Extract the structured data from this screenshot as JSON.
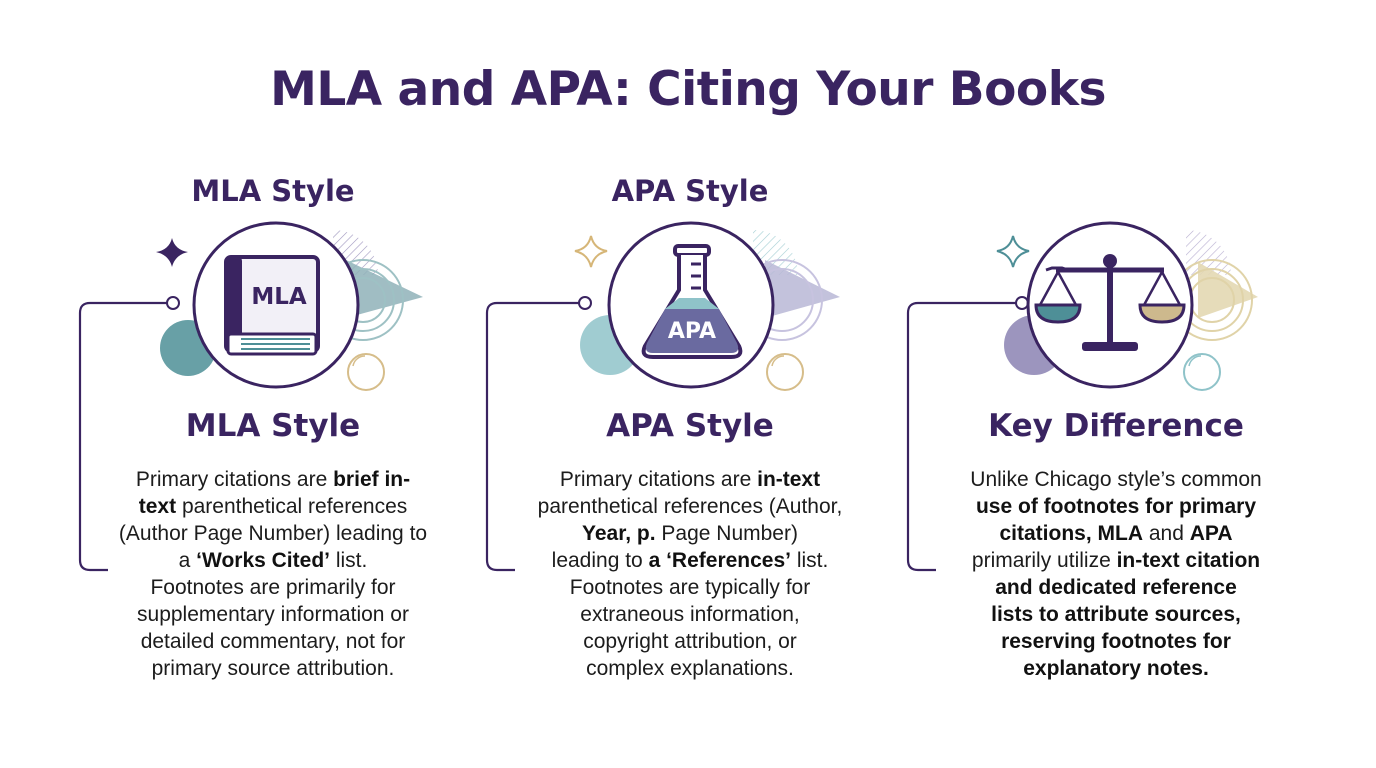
{
  "title": "MLA and APA: Citing Your Books",
  "colors": {
    "heading": "#3a2461",
    "accent_teal": "#4e8f97",
    "accent_purple": "#6a6aa0",
    "accent_gold": "#d7c79a",
    "body_text": "#1c1c1c"
  },
  "columns": [
    {
      "top_heading": "MLA Style",
      "icon": "book-icon",
      "icon_label": "MLA",
      "heading": "MLA Style",
      "body": [
        [
          {
            "t": "Primary citations are "
          },
          {
            "t": "brief in-",
            "b": true
          }
        ],
        [
          {
            "t": "text",
            "b": true
          },
          {
            "t": " parenthetical references"
          }
        ],
        [
          {
            "t": "(Author Page Number) leading to"
          }
        ],
        [
          {
            "t": "a "
          },
          {
            "t": "‘Works Cited’",
            "b": true
          },
          {
            "t": " list."
          }
        ],
        [
          {
            "t": "Footnotes are primarily for"
          }
        ],
        [
          {
            "t": "supplementary information or"
          }
        ],
        [
          {
            "t": "detailed commentary, not for"
          }
        ],
        [
          {
            "t": "primary source attribution."
          }
        ]
      ]
    },
    {
      "top_heading": "APA Style",
      "icon": "flask-icon",
      "icon_label": "APA",
      "heading": "APA Style",
      "body": [
        [
          {
            "t": "Primary citations are "
          },
          {
            "t": "in-text",
            "b": true
          }
        ],
        [
          {
            "t": "parenthetical references (Author,"
          }
        ],
        [
          {
            "t": "Year, p.",
            "b": true
          },
          {
            "t": " Page Number)"
          }
        ],
        [
          {
            "t": "leading to "
          },
          {
            "t": "a ‘References’",
            "b": true
          },
          {
            "t": " list."
          }
        ],
        [
          {
            "t": "Footnotes are typically for"
          }
        ],
        [
          {
            "t": "extraneous information,"
          }
        ],
        [
          {
            "t": "copyright attribution, or"
          }
        ],
        [
          {
            "t": "complex explanations."
          }
        ]
      ]
    },
    {
      "top_heading": "",
      "icon": "scales-icon",
      "icon_label": "",
      "heading": "Key Difference",
      "body": [
        [
          {
            "t": "Unlike Chicago style’s common"
          }
        ],
        [
          {
            "t": "use of footnotes for primary",
            "b": true
          }
        ],
        [
          {
            "t": "citations, MLA",
            "b": true
          },
          {
            "t": " and "
          },
          {
            "t": "APA",
            "b": true
          }
        ],
        [
          {
            "t": "primarily utilize "
          },
          {
            "t": "in-text citation",
            "b": true
          }
        ],
        [
          {
            "t": "and dedicated reference",
            "b": true
          }
        ],
        [
          {
            "t": "lists to attribute sources,",
            "b": true
          }
        ],
        [
          {
            "t": "reserving footnotes for",
            "b": true
          }
        ],
        [
          {
            "t": "explanatory notes.",
            "b": true
          }
        ]
      ]
    }
  ]
}
